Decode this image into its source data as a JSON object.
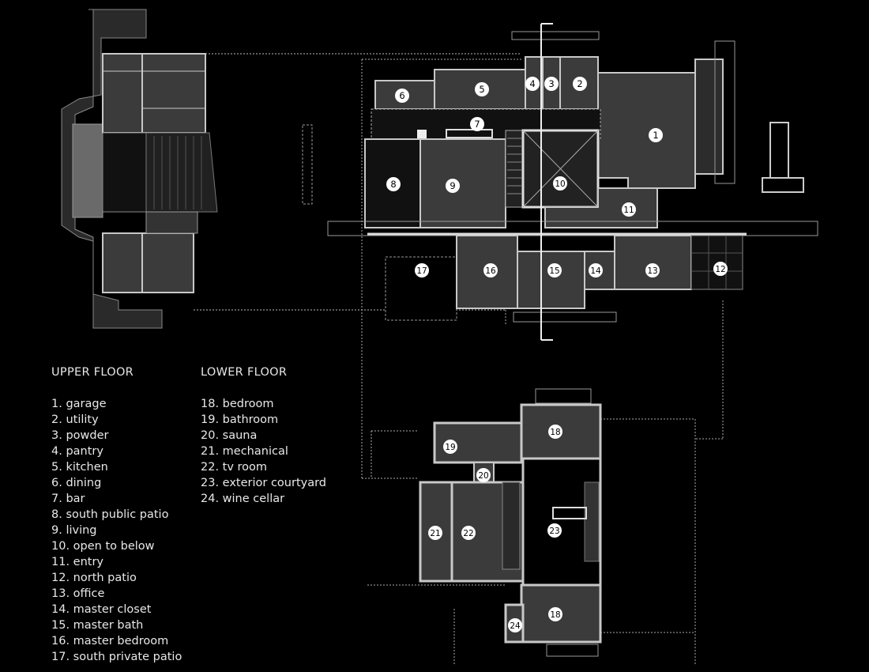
{
  "legend": {
    "upper_heading": "UPPER FLOOR",
    "lower_heading": "LOWER FLOOR",
    "upper_items": [
      "1. garage",
      "2. utility",
      "3. powder",
      "4. pantry",
      "5. kitchen",
      "6. dining",
      "7. bar",
      "8. south public patio",
      "9. living",
      "10. open to below",
      "11. entry",
      "12. north patio",
      "13. office",
      "14. master closet",
      "15. master bath",
      "16. master bedroom",
      "17. south private patio"
    ],
    "lower_items": [
      "18. bedroom",
      "19. bathroom",
      "20. sauna",
      "21. mechanical",
      "22. tv room",
      "23. exterior courtyard",
      "24. wine cellar"
    ]
  },
  "markers": {
    "upper": [
      "1",
      "2",
      "3",
      "4",
      "5",
      "6",
      "7",
      "8",
      "9",
      "10",
      "11",
      "12",
      "13",
      "14",
      "15",
      "16",
      "17"
    ],
    "lower": [
      "18",
      "19",
      "20",
      "21",
      "22",
      "23",
      "18",
      "24"
    ]
  },
  "colors": {
    "background": "#000000",
    "room_fill": "#3b3b3b",
    "wall": "#c8c8c8",
    "text": "#e8e8e8",
    "marker_fill": "#ffffff"
  }
}
